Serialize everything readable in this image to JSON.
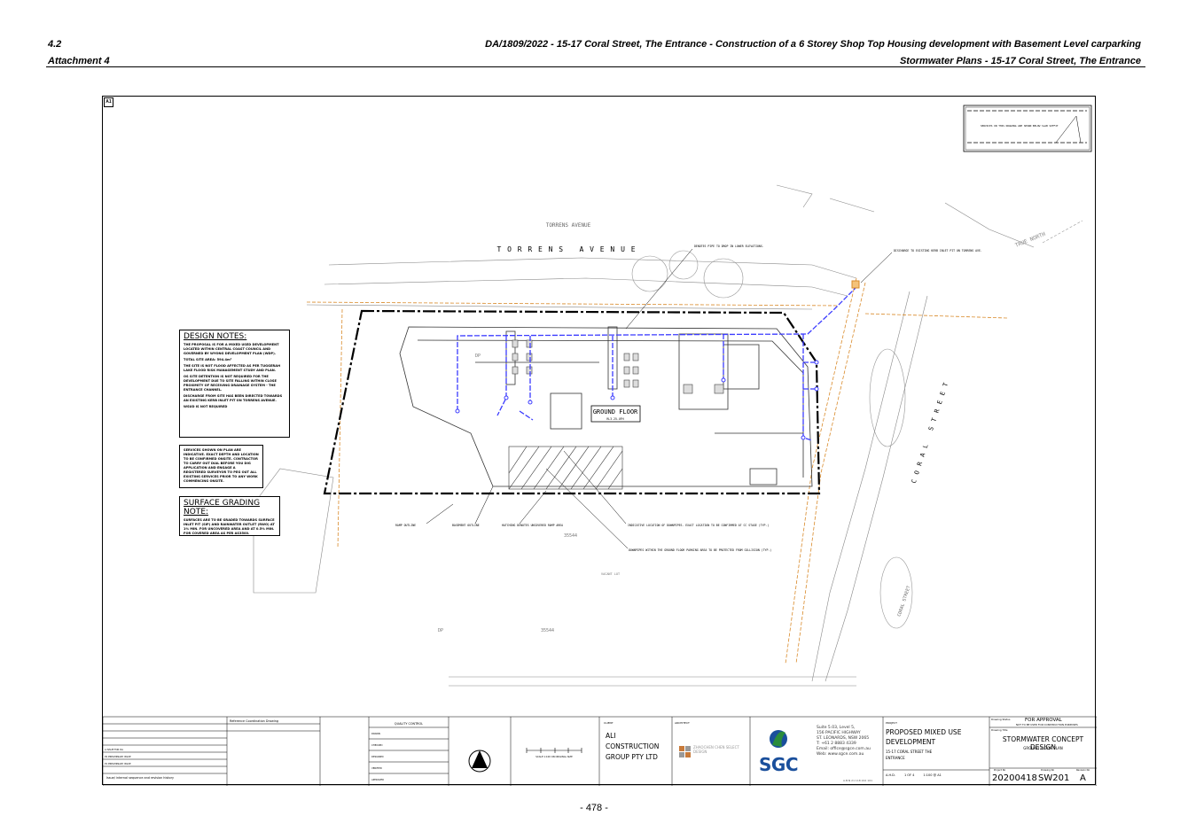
{
  "header": {
    "item_number": "4.2",
    "attachment": "Attachment 4",
    "title": "DA/1809/2022 - 15-17 Coral Street, The Entrance - Construction of a 6 Storey Shop Top Housing development with Basement Level carparking",
    "subtitle": "Stormwater Plans - 15-17 Coral Street, The Entrance"
  },
  "page_number": "- 478 -",
  "drawing": {
    "sheet_size": "A1",
    "street_north_small": "TORRENS AVENUE",
    "street_north": "T O R R E N S   A V E N U E",
    "street_east": "C O R A L   S T R E E T",
    "street_east_small": "CORAL STREET",
    "true_north": "TRUE NORTH",
    "ground_floor": "GROUND FLOOR",
    "ground_floor_level": "RL3.25-UFH",
    "vacant_lot": "VACANT LOT",
    "lot_a": "35544",
    "lot_b": "35544",
    "dp_a": "DP",
    "dp_b": "DP",
    "callouts": {
      "pipe_drop": "DENOTES PIPE TO DROP IN LOWER ELEVATIONS.",
      "discharge": "DISCHARGE TO EXISTING KERB INLET PIT ON TORRENS AVE.",
      "ramp_outline": "RAMP OUTLINE",
      "basement_outline": "BASEMENT OUTLINE",
      "hatching": "HATCHING DENOTES UNCOVERED RAMP AREA",
      "downpipes": "INDICATIVE LOCATION OF DOWNPIPES. EXACT LOCATION TO BE CONFIRMED AT CC STAGE (TYP.)",
      "parking": "DOWNPIPES WITHIN THE GROUND FLOOR PARKING AREA TO BE PROTECTED FROM COLLISION (TYP.)",
      "services_legend": "SERVICES ON THIS DRAWING ARE SHOWN BELOW SLAB SOFFIT"
    },
    "design_notes": {
      "title": "DESIGN NOTES:",
      "lines": [
        "THE PROPOSAL IS FOR A MIXED USED DEVELOPMENT LOCATED WITHIN CENTRAL COAST COUNCIL AND GOVERNED BY WYONG DEVELOPMENT PLAN (WDP).",
        "TOTAL SITE AREA: 594.4m²",
        "THE SITE IS NOT FLOOD AFFECTED AS PER TUGGERAH LAKE FLOOD RISK MANAGEMENT STUDY AND PLAN.",
        "OS SITE DETENTION IS NOT REQUIRED FOR THE DEVELOPMENT DUE TO SITE FALLING WITHIN CLOSE PROXIMITY OF RECEIVING DRAINAGE SYSTEM - THE ENTRANCE CHANNEL.",
        "DISCHARGE FROM SITE HAS BEEN DIRECTED TOWARDS AN EXISTING KERB INLET PIT ON TORRENS AVENUE.",
        "WSUD IS NOT REQUIRED"
      ]
    },
    "services_note": "SERVICES SHOWN ON PLAN ARE INDICATIVE. EXACT DEPTH AND LOCATION TO BE CONFIRMED ONSITE. CONTRACTOR TO CARRY OUT DIAL BEFORE YOU DIG APPLICATION AND ENGAGE A REGISTERED SURVEYOR TO PEG OUT ALL EXISTING SERVICES PRIOR TO ANY WORK COMMENCING ONSITE.",
    "surface_grading": {
      "title": "SURFACE GRADING NOTE:",
      "text": "SURFACES ARE TO BE GRADED TOWARDS SURFACE INLET PIT (SIP) AND RAINWATER OUTLET (RWO) AT 1% MIN. FOR UNCOVERED AREA AND AT 0.5% MIN. FOR COVERED AREA AS PER AS3500."
    }
  },
  "title_block": {
    "revision_title": "Reference Coordination Drawing",
    "revision_history": "Issue/ internal sequence and revision history",
    "revisions": [
      {
        "id": "A",
        "desc": "ISSUE FOR DA"
      },
      {
        "id": "P2",
        "desc": "PRELIMINARY ISSUE"
      },
      {
        "id": "P1",
        "desc": "PRELIMINARY ISSUE"
      }
    ],
    "quality_control": "QUALITY CONTROL",
    "qc_rows": [
      "DRAWN",
      "CHECKED",
      "DESIGNED",
      "VERIFIED",
      "APPROVED"
    ],
    "scale_note": "SCALE 1:100 ON ORIGINAL SIZE",
    "client_label": "CLIENT",
    "client": "ALI CONSTRUCTION GROUP PTY LTD",
    "architect_label": "ARCHITECT",
    "architect": "ZHAOCHEN CHEN SELECT DESIGN",
    "sgc_logo": "SGC",
    "sgc_address": [
      "Suite 5.03, Level 5,",
      "156 PACIFIC HIGHWAY",
      "ST. LEONARDS, NSW 2065",
      "T: +61 2 8883 4339",
      "Email: office@sgce.com.au",
      "Web: www.sgce.com.au"
    ],
    "abn": "A.B.N 21 118 222 101",
    "project_label": "PROJECT",
    "project": "PROPOSED MIXED USE DEVELOPMENT",
    "project_address": "15-17 CORAL STREET THE ENTRANCE",
    "drawing_status_label": "Drawing Status",
    "status": "FOR APPROVAL",
    "status_note": "NOT TO BE USED FOR CONSTRUCTION PURPOSES",
    "drawing_title_label": "Drawing Title",
    "drawing_title": "STORMWATER CONCEPT DESIGN",
    "drawing_subtitle": "GROUND FLOOR PLAN",
    "project_no_label": "Project No",
    "project_no": "20200418",
    "drawing_no_label": "Drawing No",
    "drawing_no": "SW201",
    "revision_label": "Revision No",
    "revision": "A",
    "dwg_info": [
      "A.H.D.",
      "1 OF 4",
      "1:100 @ A1"
    ]
  },
  "colors": {
    "pipe": "#3b3bff",
    "boundary": "#000000",
    "service": "#d98a2a",
    "linework": "#555555",
    "sgc_green": "#2a8c3c",
    "sgc_blue": "#1a4f9c"
  }
}
